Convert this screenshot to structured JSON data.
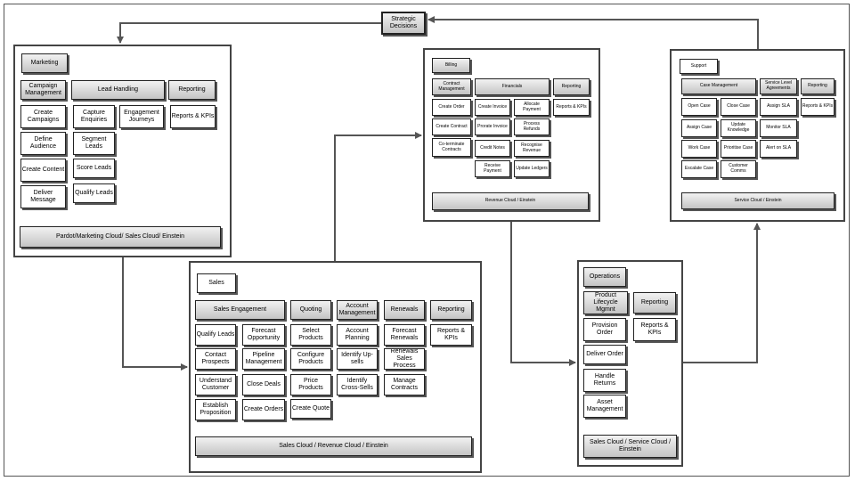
{
  "strategic": {
    "title": "Strategic Decisions"
  },
  "marketing": {
    "title": "Marketing",
    "headers": {
      "campaign": "Campaign Management",
      "lead": "Lead  Handling",
      "reporting": "Reporting"
    },
    "items": {
      "create_campaigns": "Create Campaigns",
      "define_audience": "Define Audience",
      "create_content": "Create Content",
      "deliver_message": "Deliver Message",
      "capture_enquiries": "Capture Enquiries",
      "segment_leads": "Segment Leads",
      "score_leads": "Score Leads",
      "qualify_leads": "Qualify Leads",
      "engagement_journeys": "Engagement Journeys",
      "reports_kpis": "Reports & KPIs"
    },
    "footer": "Pardot/Marketing Cloud/ Sales Cloud/ Einstein"
  },
  "billing": {
    "title": "Billing",
    "headers": {
      "contract": "Contract Management",
      "financials": "Financials",
      "reporting": "Reporting"
    },
    "items": {
      "create_order": "Create Order",
      "create_contract": "Create Contract",
      "coterminate": "Co-terminate Contracts",
      "create_invoice": "Create Invoice",
      "prorate_invoice": "Prorate Invoice",
      "credit_notes": "Credit Notes",
      "receive_payment": "Receive Payment",
      "allocate_payment": "Allocate Payment",
      "process_refunds": "Process Refunds",
      "recognise_revenue": "Recognise Revenue",
      "update_ledgers": "Update Ledgers",
      "reports_kpis": "Reports & KPIs"
    },
    "footer": "Revenue Cloud / Einstein"
  },
  "support": {
    "title": "Support",
    "headers": {
      "case": "Case Management",
      "sla": "Service Level Agreements",
      "reporting": "Reporting"
    },
    "items": {
      "open_case": "Open Case",
      "close_case": "Close Case",
      "assign_case": "Assign Case",
      "update_knowledge": "Update Knowledge",
      "work_case": "Work Case",
      "prioritise_case": "Prioritise Case",
      "escalate_case": "Escalate Case",
      "customer_comms": "Customer Comms",
      "assign_sla": "Assign SLA",
      "monitor_sla": "Monitor SLA",
      "alert_sla": "Alert on SLA",
      "reports_kpis": "Reports & KPIs"
    },
    "footer": "Service Cloud / Einstein"
  },
  "sales": {
    "title": "Sales",
    "headers": {
      "engagement": "Sales Engagement",
      "quoting": "Quoting",
      "account": "Account Management",
      "renewals": "Renewals",
      "reporting": "Reporting"
    },
    "items": {
      "qualify_leads": "Qualify Leads",
      "forecast_opportunity": "Forecast Opportunity",
      "contact_prospects": "Contact Prospects",
      "pipeline_management": "Pipeline Management",
      "understand_customer": "Understand Customer",
      "close_deals": "Close Deals",
      "establish_proposition": "Establish Proposition",
      "create_orders": "Create Orders",
      "select_products": "Select Products",
      "configure_products": "Configure Products",
      "price_products": "Price Products",
      "create_quote": "Create Quote",
      "account_planning": "Account Planning",
      "identify_upsells": "Identify Up-sells",
      "identify_crosssells": "Identify Cross-Sells",
      "forecast_renewals": "Forecast Renewals",
      "renewals_sales_process": "Renewals Sales Process",
      "manage_contracts": "Manage Contracts",
      "reports_kpis": "Reports & KPIs"
    },
    "footer": "Sales Cloud / Revenue Cloud / Einstein"
  },
  "operations": {
    "title": "Operations",
    "headers": {
      "plm": "Product Lifecycle Mgmnt",
      "reporting": "Reporting"
    },
    "items": {
      "provision_order": "Provision Order",
      "deliver_order": "Deliver Order",
      "handle_returns": "Handle Returns",
      "asset_management": "Asset Management",
      "reports_kpis": "Reports & KPIs"
    },
    "footer": "Sales Cloud / Service Cloud / Einstein"
  }
}
